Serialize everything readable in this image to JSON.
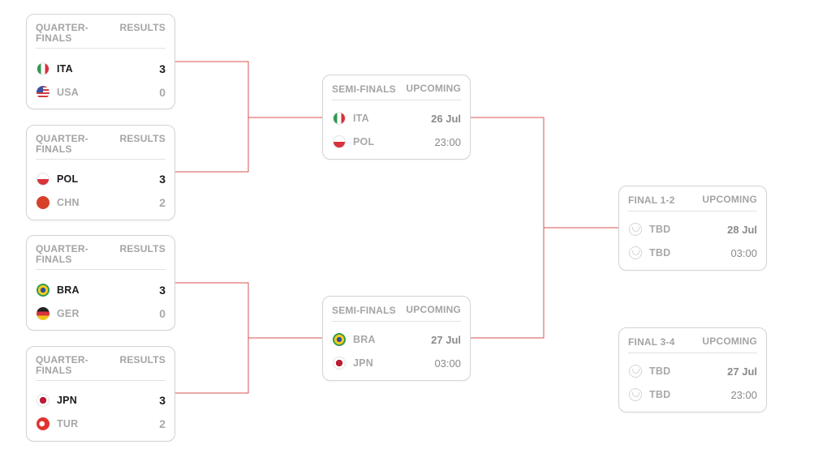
{
  "quarterfinals": [
    {
      "stage": "QUARTER-FINALS",
      "status": "RESULTS",
      "teams": [
        {
          "name": "ITA",
          "score": "3"
        },
        {
          "name": "USA",
          "score": "0"
        }
      ]
    },
    {
      "stage": "QUARTER-FINALS",
      "status": "RESULTS",
      "teams": [
        {
          "name": "POL",
          "score": "3"
        },
        {
          "name": "CHN",
          "score": "2"
        }
      ]
    },
    {
      "stage": "QUARTER-FINALS",
      "status": "RESULTS",
      "teams": [
        {
          "name": "BRA",
          "score": "3"
        },
        {
          "name": "GER",
          "score": "0"
        }
      ]
    },
    {
      "stage": "QUARTER-FINALS",
      "status": "RESULTS",
      "teams": [
        {
          "name": "JPN",
          "score": "3"
        },
        {
          "name": "TUR",
          "score": "2"
        }
      ]
    }
  ],
  "semifinals": [
    {
      "stage": "SEMI-FINALS",
      "status": "UPCOMING",
      "teams": [
        {
          "name": "ITA"
        },
        {
          "name": "POL"
        }
      ],
      "date": "26 Jul",
      "time": "23:00"
    },
    {
      "stage": "SEMI-FINALS",
      "status": "UPCOMING",
      "teams": [
        {
          "name": "BRA"
        },
        {
          "name": "JPN"
        }
      ],
      "date": "27 Jul",
      "time": "03:00"
    }
  ],
  "finals": [
    {
      "stage": "FINAL 1-2",
      "status": "UPCOMING",
      "teams": [
        {
          "name": "TBD"
        },
        {
          "name": "TBD"
        }
      ],
      "date": "28 Jul",
      "time": "03:00"
    },
    {
      "stage": "FINAL 3-4",
      "status": "UPCOMING",
      "teams": [
        {
          "name": "TBD"
        },
        {
          "name": "TBD"
        }
      ],
      "date": "27 Jul",
      "time": "23:00"
    }
  ],
  "colors": {
    "connector": "#d9534f",
    "border": "#d3d3d3",
    "muted": "#a4a4a4"
  },
  "icons": {
    "tbd": "volleyball-shield-icon"
  }
}
